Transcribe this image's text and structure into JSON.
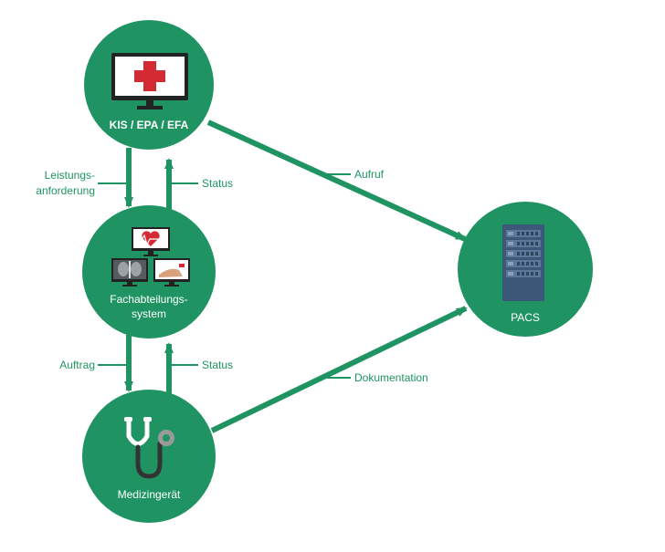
{
  "colors": {
    "green": "#1f9462",
    "arrow_green": "#1f9462",
    "label_green": "#1f9462",
    "node_text": "#ffffff",
    "monitor_frame": "#222222",
    "monitor_screen": "#ffffff",
    "cross_red": "#d42a34",
    "server_blue": "#3b5878",
    "stethoscope_white": "#ffffff",
    "stethoscope_dark": "#333333",
    "stethoscope_grey": "#9a9a9a"
  },
  "nodes": {
    "kis": {
      "label": "KIS / EPA / EFA",
      "icon": "monitor-red-cross-icon"
    },
    "fach": {
      "label_line1": "Fachabteilungs-",
      "label_line2": "system",
      "icon": "medical-monitors-icon"
    },
    "med": {
      "label": "Medizingerät",
      "icon": "stethoscope-icon"
    },
    "pacs": {
      "label": "PACS",
      "icon": "server-rack-icon"
    }
  },
  "edges": {
    "leistung": {
      "line1": "Leistungs-",
      "line2": "anforderung"
    },
    "status_top": {
      "label": "Status"
    },
    "auftrag": {
      "label": "Auftrag"
    },
    "status_bottom": {
      "label": "Status"
    },
    "aufruf": {
      "label": "Aufruf"
    },
    "doku": {
      "label": "Dokumentation"
    }
  }
}
